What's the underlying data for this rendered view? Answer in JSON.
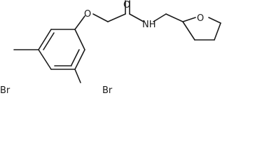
{
  "molecule": {
    "atoms": {
      "ether_oxygen": "O",
      "carbonyl_oxygen": "O",
      "amide_nitrogen": "NH",
      "ring_oxygen": "O",
      "bromine_2": "Br",
      "bromine_4": "Br"
    }
  },
  "colors": {
    "ink": "#1a1a1a",
    "background": "#ffffff"
  }
}
